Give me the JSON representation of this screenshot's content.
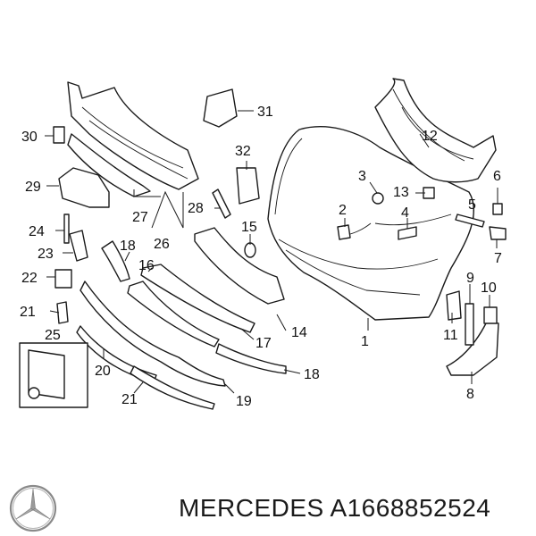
{
  "brand": "MERCEDES",
  "part_number": "A1668852524",
  "callouts": [
    "1",
    "2",
    "3",
    "4",
    "5",
    "6",
    "7",
    "8",
    "9",
    "10",
    "11",
    "12",
    "13",
    "14",
    "15",
    "16",
    "17",
    "18",
    "18",
    "19",
    "20",
    "21",
    "21",
    "22",
    "23",
    "24",
    "25",
    "26",
    "27",
    "28",
    "29",
    "30",
    "31",
    "32"
  ],
  "icons": {
    "logo": "mercedes-star-logo-icon"
  }
}
